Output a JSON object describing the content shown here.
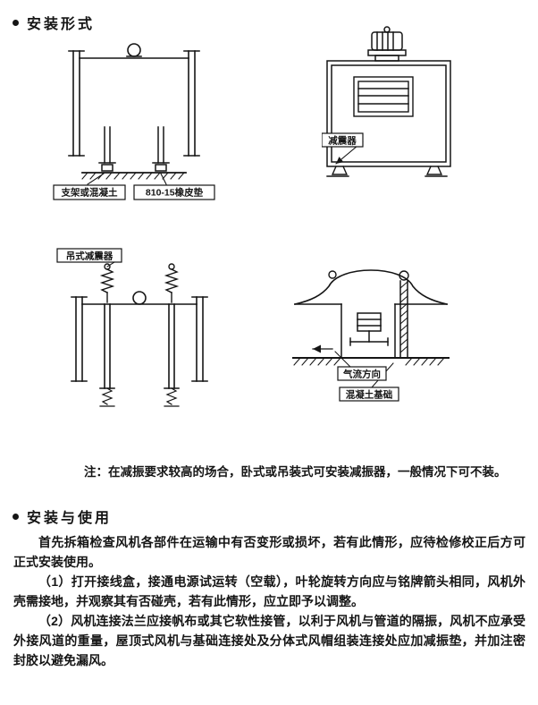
{
  "page": {
    "title1": "安装形式",
    "title2": "安装与使用",
    "note": "注：在减振要求较高的场合，卧式或吊装式可安装减振器，一般情况下可不装。",
    "paragraphs": {
      "p1": "首先拆箱检查风机各部件在运输中有否变形或损坏，若有此情形，应待检修校正后方可正式安装使用。",
      "p2": "（1）打开接线盒，接通电源试运转（空载），叶轮旋转方向应与铭牌箭头相同，风机外壳需接地，并观察其有否碰壳，若有此情形，应立即予以调整。",
      "p3": "（2）风机连接法兰应接帆布或其它软性接管，以利于风机与管道的隔振，风机不应承受外接风道的重量，屋顶式风机与基础连接处及分体式风帽组装连接处应加减振垫，并加注密封胶以避免漏风。"
    }
  },
  "diagrams": {
    "horizontal_mount": {
      "label_support": "支架或混凝土",
      "label_pad": "810-15橡皮垫"
    },
    "cabinet_fan": {
      "label_damper": "减震器"
    },
    "suspended_mount": {
      "label_hanger": "吊式减震器"
    },
    "roof_fan": {
      "label_airflow": "气流方向",
      "label_foundation": "混凝土基础"
    }
  },
  "colors": {
    "ink": "#151515",
    "paper": "#ffffff"
  }
}
